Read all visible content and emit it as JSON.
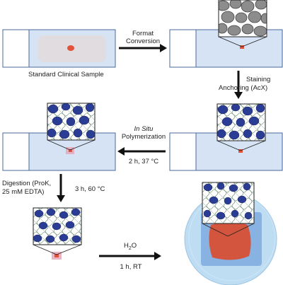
{
  "labels": {
    "sample_caption": "Standard Clinical Sample",
    "step1_line1": "Format",
    "step1_line2": "Conversion",
    "step2_line1": "Staining",
    "step2_line2": "Anchoring (AcX)",
    "step3_line1": "In Situ",
    "step3_line2": "Polymerization",
    "step3_line3": "2 h, 37 °C",
    "step4_line1": "Digestion (ProK,",
    "step4_line2": "25 mM EDTA)",
    "step4_time": "3 h, 60 °C",
    "step5_main": "H",
    "step5_sub": "2",
    "step5_tail": "O",
    "step5_time": "1 h, RT"
  },
  "colors": {
    "slide_fill": "#d6e3f4",
    "slide_stroke": "#4a6a9a",
    "sample_gray": "#e0dcdf",
    "tissue_red": "#e2533a",
    "nucleus_blue": "#2b3c95",
    "cell_gray": "#8c8c8c",
    "mesh_green": "#4e7a5a",
    "arrow": "#111111",
    "gel_outer": "#a9d2f0",
    "gel_inner": "#7aa8dc",
    "gel_tissue": "#d4553e"
  }
}
